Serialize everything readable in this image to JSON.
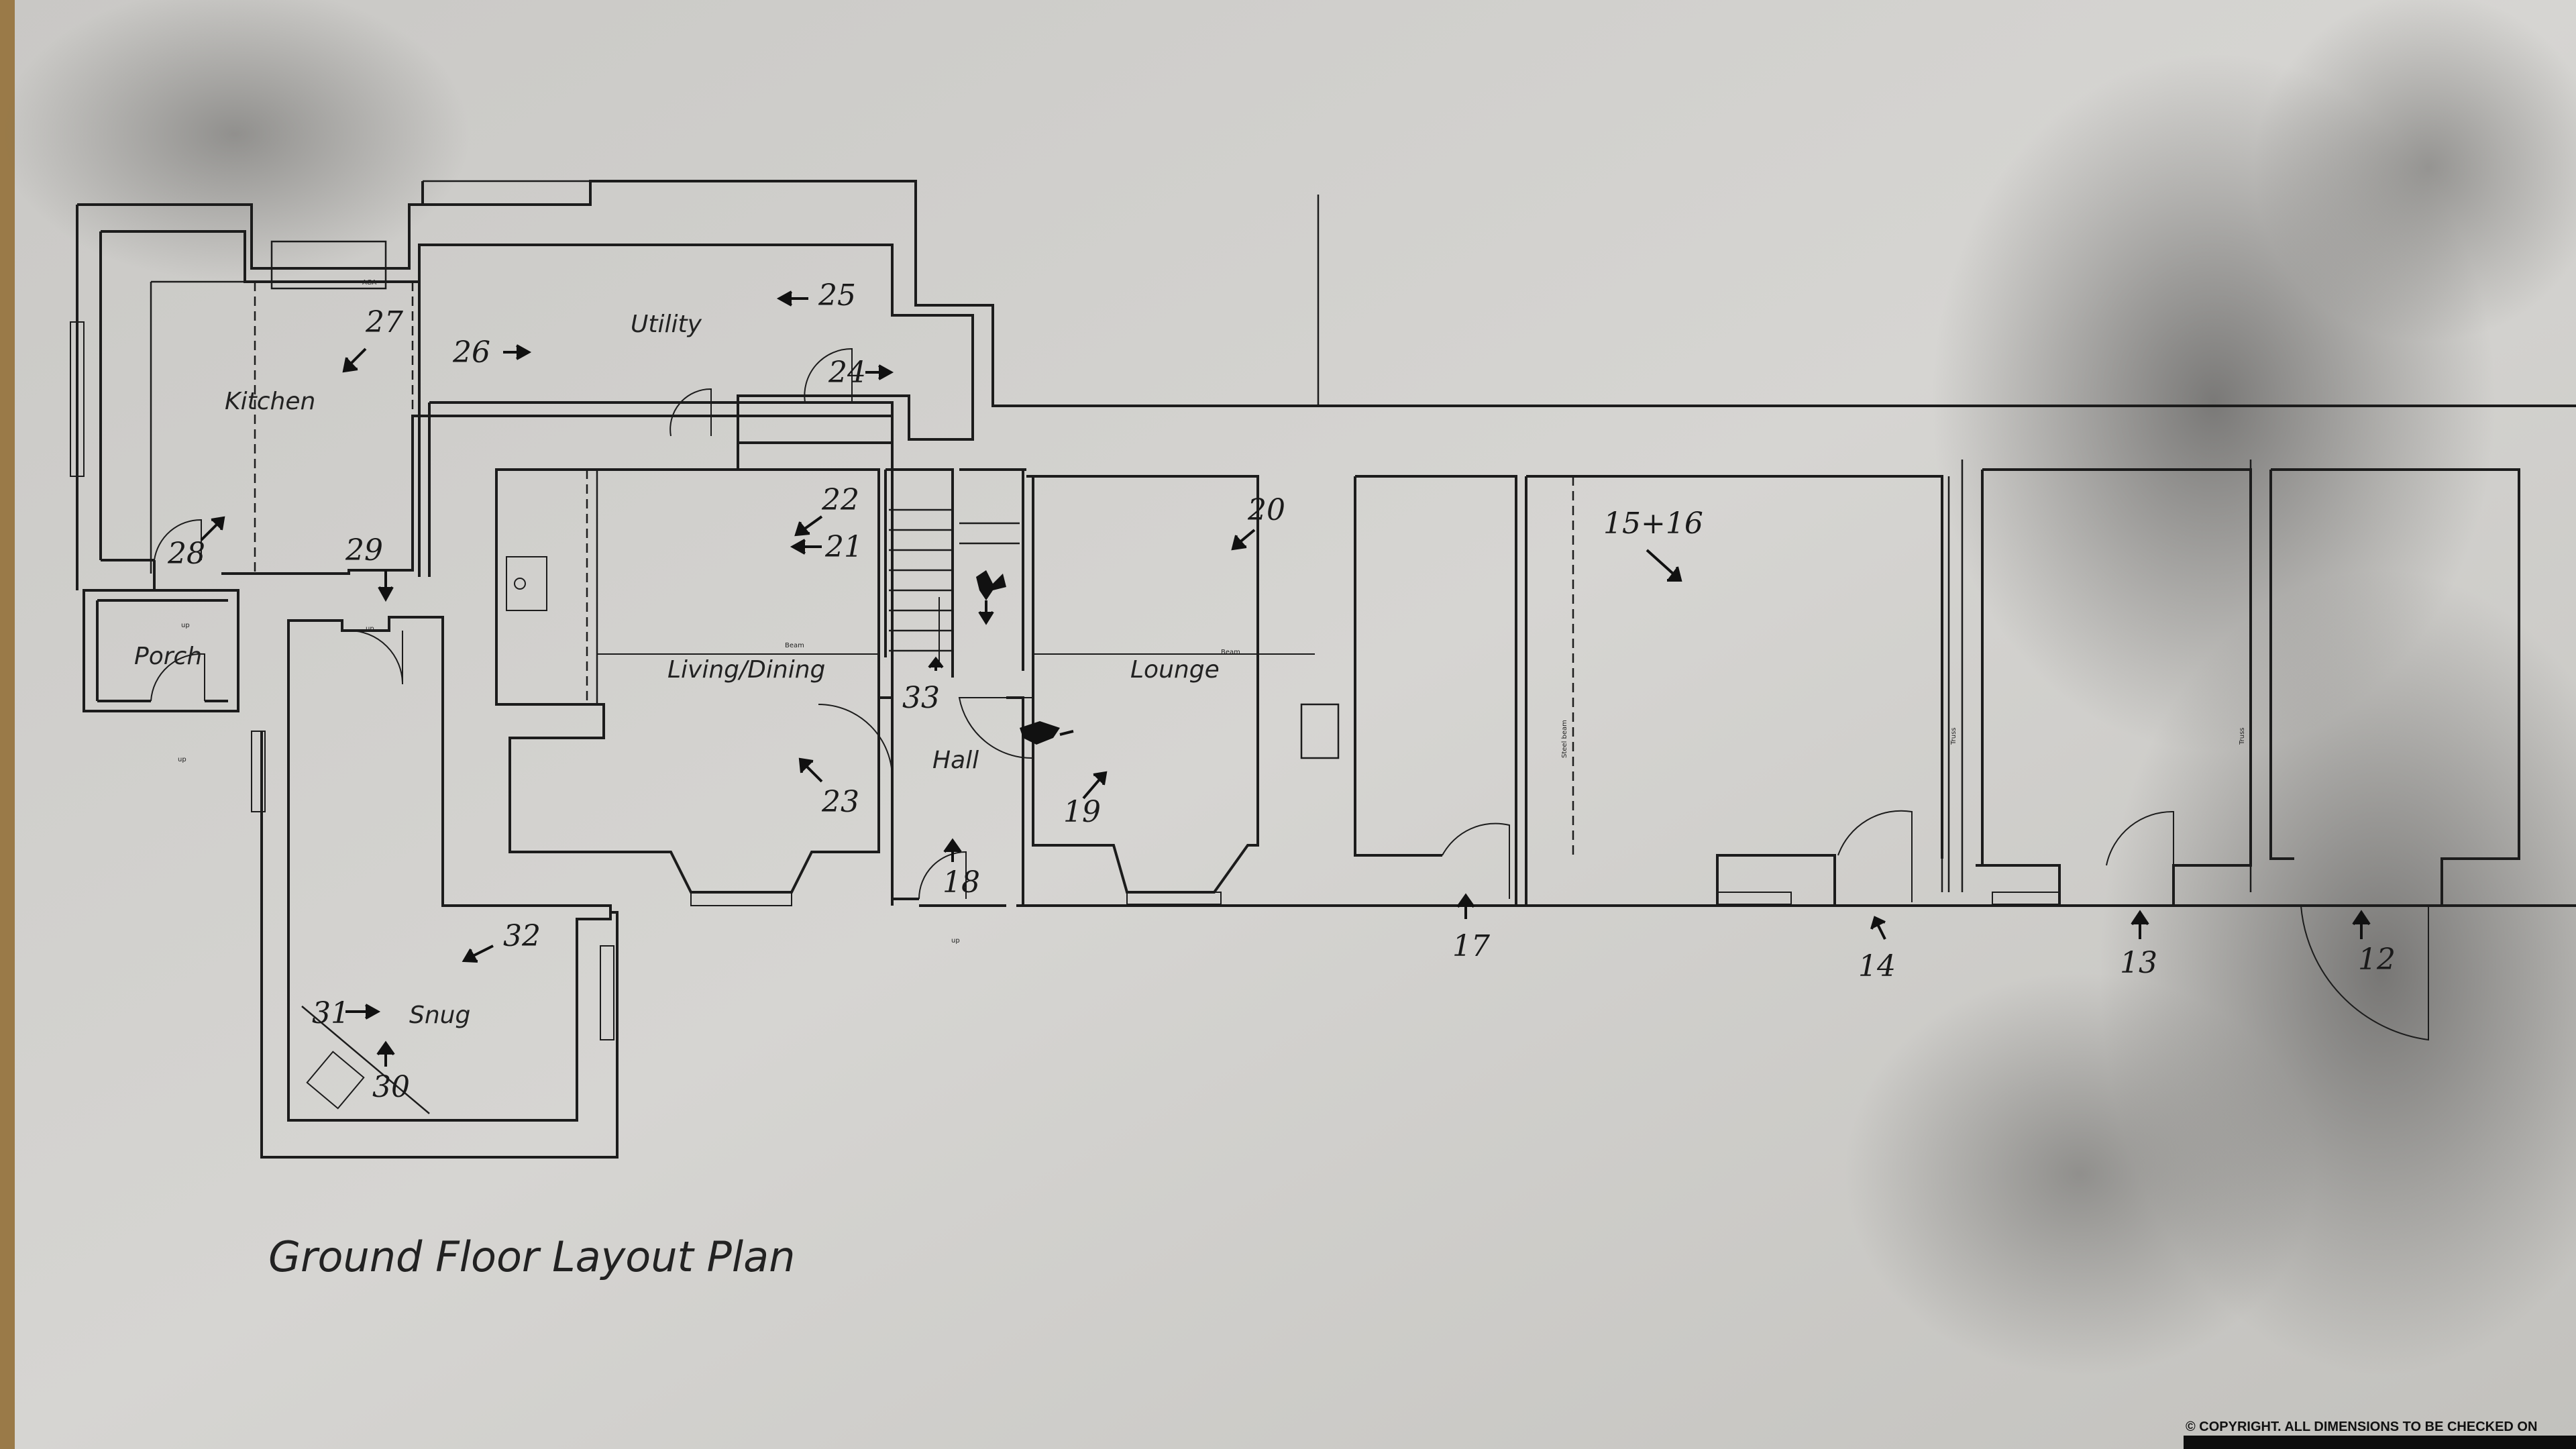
{
  "title": "Ground Floor Layout Plan",
  "copyright": "© COPYRIGHT. ALL DIMENSIONS TO BE CHECKED ON",
  "rooms": {
    "kitchen": "Kitchen",
    "utility": "Utility",
    "porch": "Porch",
    "living": "Living/Dining",
    "lounge": "Lounge",
    "hall": "Hall",
    "snug": "Snug"
  },
  "fixtures": {
    "aga": "AGA",
    "beam": "Beam",
    "steel_beam": "Steel beam",
    "truss": "Truss",
    "up": "up"
  },
  "photo_markers": [
    "12",
    "13",
    "14",
    "15+16",
    "17",
    "18",
    "19",
    "20",
    "21",
    "22",
    "23",
    "24",
    "25",
    "26",
    "27",
    "28",
    "29",
    "30",
    "31",
    "32",
    "33"
  ]
}
